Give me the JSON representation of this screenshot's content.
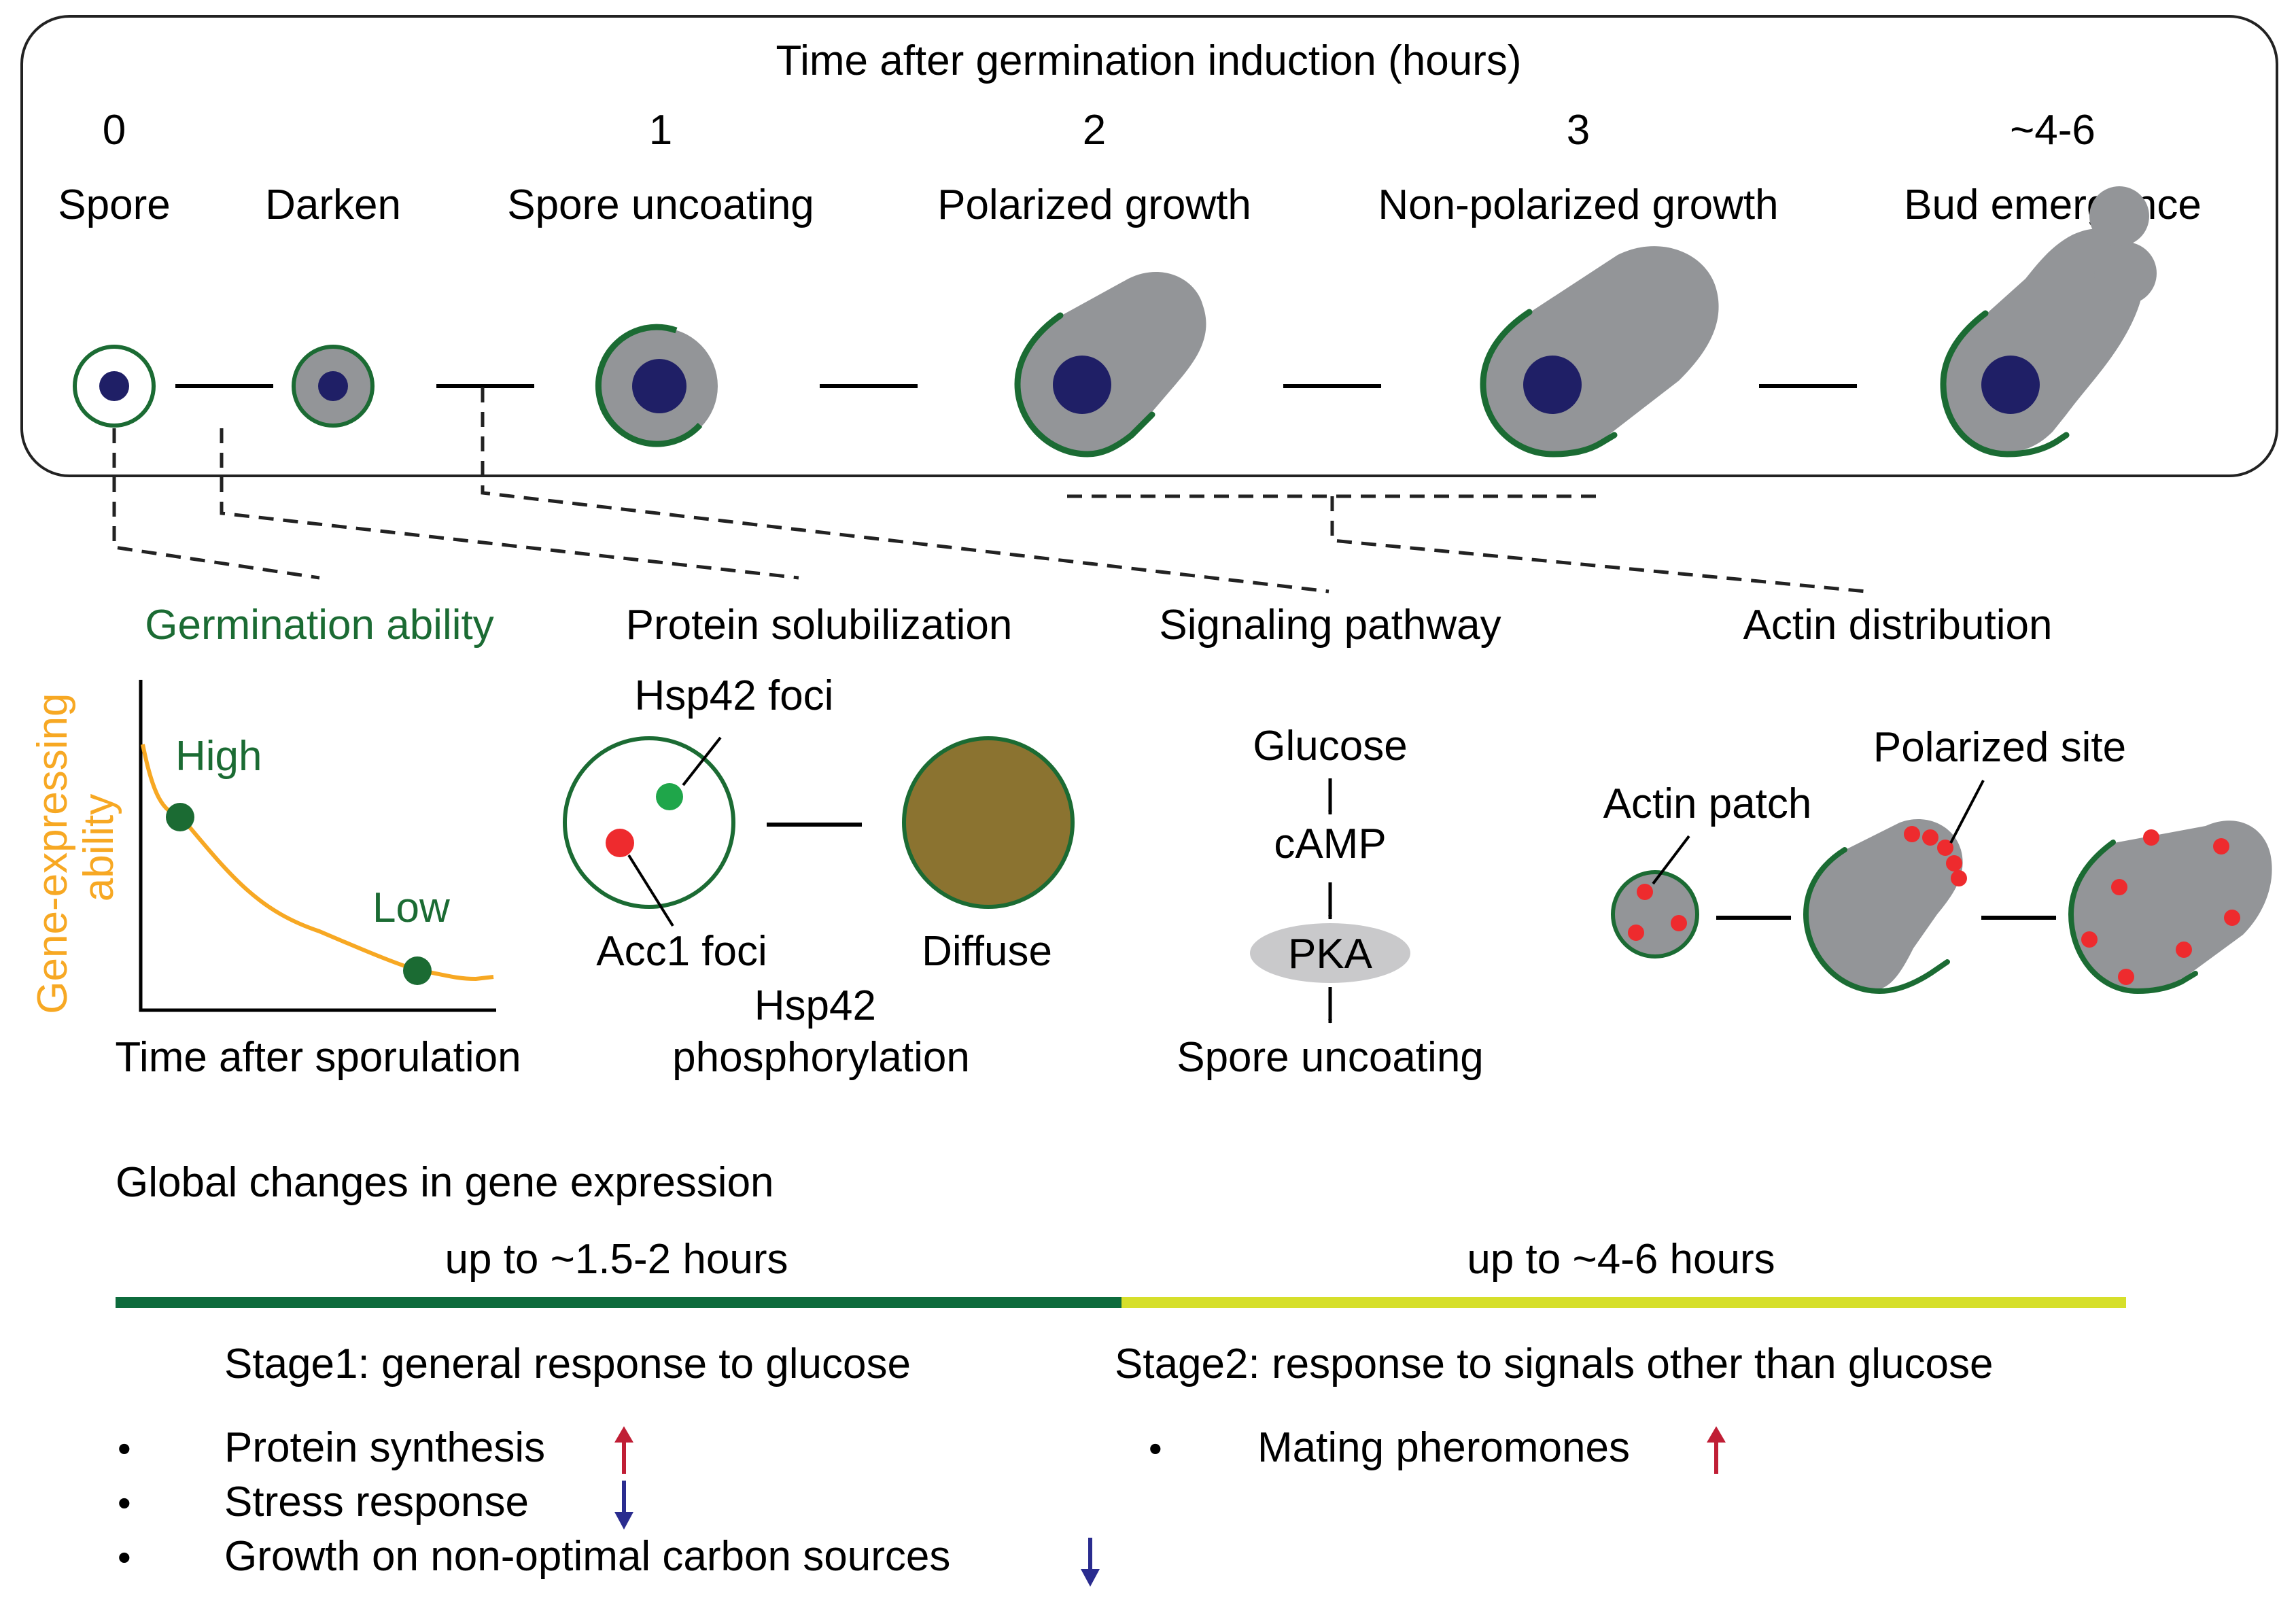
{
  "timeline": {
    "title": "Time after germination induction (hours)",
    "hours": [
      "0",
      "1",
      "2",
      "3",
      "~4-6"
    ],
    "stages": [
      "Spore",
      "Darken",
      "Spore uncoating",
      "Polarized growth",
      "Non-polarized growth",
      "Bud emergence"
    ]
  },
  "sections": {
    "germination_ability": "Germination ability",
    "protein_solubilization": "Protein solubilization",
    "signaling_pathway": "Signaling pathway",
    "actin_distribution": "Actin distribution"
  },
  "germination_plot": {
    "ylabel_line1": "Gene-expressing",
    "ylabel_line2": "ability",
    "xlabel": "Time after sporulation",
    "high_label": "High",
    "low_label": "Low"
  },
  "solubilization": {
    "hsp42_foci": "Hsp42 foci",
    "acc1_foci": "Acc1 foci",
    "diffuse": "Diffuse",
    "phospho_line1": "Hsp42",
    "phospho_line2": "phosphorylation"
  },
  "signaling": {
    "glucose": "Glucose",
    "camp": "cAMP",
    "pka": "PKA",
    "uncoating": "Spore uncoating"
  },
  "actin": {
    "polarized_site": "Polarized site",
    "actin_patch": "Actin patch"
  },
  "gene_expression": {
    "title": "Global changes in gene expression",
    "period1": "up to ~1.5-2 hours",
    "period2": "up to ~4-6 hours",
    "stage1_title": "Stage1: general response to glucose",
    "stage2_title": "Stage2: response to signals other than glucose",
    "stage1_items": [
      "Protein synthesis",
      "Stress response",
      "Growth on non-optimal carbon sources"
    ],
    "stage2_items": [
      "Mating pheromones"
    ],
    "bullet": "•"
  },
  "colors": {
    "dark_green": "#1b6b33",
    "bar_green": "#0d6b3c",
    "bar_yellow": "#d6df2a",
    "orange": "#f7a823",
    "navy": "#1f1f66",
    "gray": "#939598",
    "olive": "#8b7330",
    "red": "#ee2b2e",
    "up_arrow": "#c01e35",
    "down_arrow": "#2a2c8f"
  }
}
